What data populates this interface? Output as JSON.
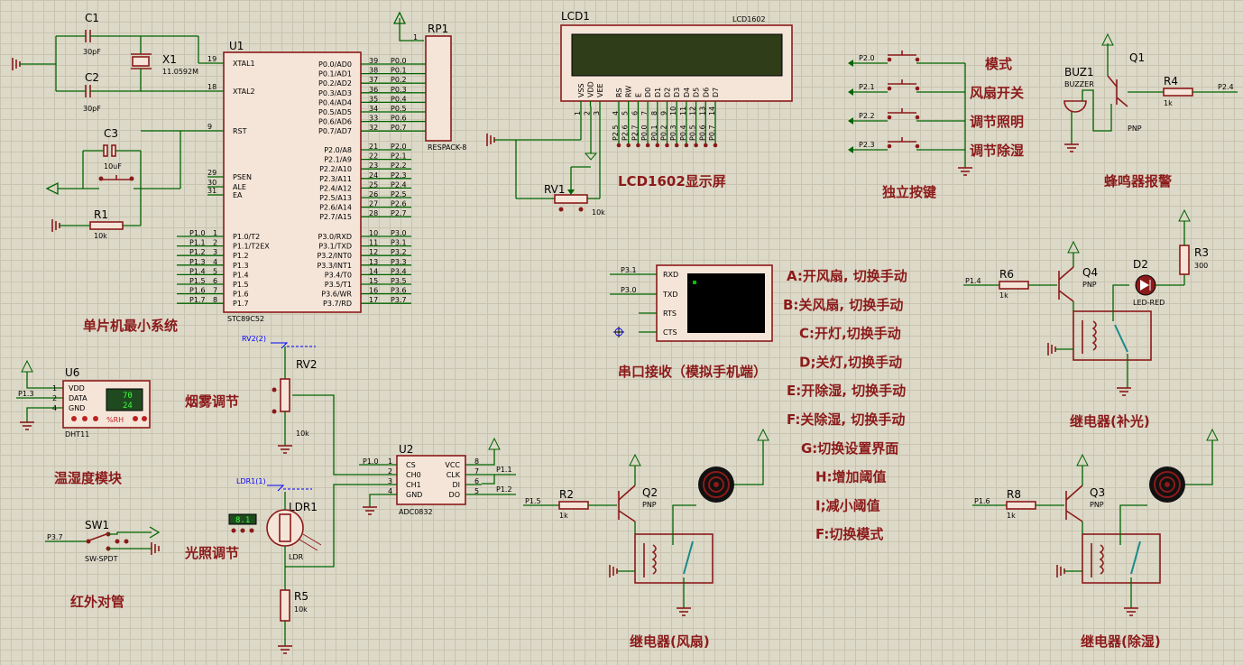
{
  "mcu": {
    "ref": "U1",
    "part": "STC89C52",
    "left_pins": [
      [
        "19",
        "XTAL1"
      ],
      [
        "18",
        "XTAL2"
      ],
      [
        "9",
        "RST"
      ],
      [
        "29",
        "PSEN"
      ],
      [
        "30",
        "ALE"
      ],
      [
        "31",
        "EA"
      ]
    ],
    "p1_pins": [
      [
        "1",
        "P1.0/T2"
      ],
      [
        "2",
        "P1.1/T2EX"
      ],
      [
        "3",
        "P1.2"
      ],
      [
        "4",
        "P1.3"
      ],
      [
        "5",
        "P1.4"
      ],
      [
        "6",
        "P1.5"
      ],
      [
        "7",
        "P1.6"
      ],
      [
        "8",
        "P1.7"
      ]
    ],
    "p1_nets": [
      "P1.0",
      "P1.1",
      "P1.2",
      "P1.3",
      "P1.4",
      "P1.5",
      "P1.6",
      "P1.7"
    ],
    "p0_pins": [
      [
        "39",
        "P0.0/AD0"
      ],
      [
        "38",
        "P0.1/AD1"
      ],
      [
        "37",
        "P0.2/AD2"
      ],
      [
        "36",
        "P0.3/AD3"
      ],
      [
        "35",
        "P0.4/AD4"
      ],
      [
        "34",
        "P0.5/AD5"
      ],
      [
        "33",
        "P0.6/AD6"
      ],
      [
        "32",
        "P0.7/AD7"
      ]
    ],
    "p0_nets": [
      "P0.0",
      "P0.1",
      "P0.2",
      "P0.3",
      "P0.4",
      "P0.5",
      "P0.6",
      "P0.7"
    ],
    "p2_pins": [
      [
        "21",
        "P2.0/A8"
      ],
      [
        "22",
        "P2.1/A9"
      ],
      [
        "23",
        "P2.2/A10"
      ],
      [
        "24",
        "P2.3/A11"
      ],
      [
        "25",
        "P2.4/A12"
      ],
      [
        "26",
        "P2.5/A13"
      ],
      [
        "27",
        "P2.6/A14"
      ],
      [
        "28",
        "P2.7/A15"
      ]
    ],
    "p2_nets": [
      "P2.0",
      "P2.1",
      "P2.2",
      "P2.3",
      "P2.4",
      "P2.5",
      "P2.6",
      "P2.7"
    ],
    "p3_pins": [
      [
        "10",
        "P3.0/RXD"
      ],
      [
        "11",
        "P3.1/TXD"
      ],
      [
        "12",
        "P3.2/INT0"
      ],
      [
        "13",
        "P3.3/INT1"
      ],
      [
        "14",
        "P3.4/T0"
      ],
      [
        "15",
        "P3.5/T1"
      ],
      [
        "16",
        "P3.6/WR"
      ],
      [
        "17",
        "P3.7/RD"
      ]
    ],
    "p3_nets": [
      "P3.0",
      "P3.1",
      "P3.2",
      "P3.3",
      "P3.4",
      "P3.5",
      "P3.6",
      "P3.7"
    ]
  },
  "passives": {
    "c1": "C1",
    "c1v": "30pF",
    "c2": "C2",
    "c2v": "30pF",
    "x1": "X1",
    "x1v": "11.0592M",
    "c3": "C3",
    "c3v": "10uF",
    "r1": "R1",
    "r1v": "10k",
    "rp1": "RP1",
    "rp1v": "RESPACK-8",
    "rp1pin": "1"
  },
  "lcd": {
    "ref": "LCD1",
    "part": "LCD1602",
    "pins": [
      "VSS",
      "VDD",
      "VEE",
      "RS",
      "RW",
      "E",
      "D0",
      "D1",
      "D2",
      "D3",
      "D4",
      "D5",
      "D6",
      "D7"
    ],
    "nums": [
      "1",
      "2",
      "3",
      "4",
      "5",
      "6",
      "7",
      "8",
      "9",
      "10",
      "11",
      "12",
      "13",
      "14"
    ],
    "nets": [
      "P2.5",
      "P2.6",
      "P2.7",
      "P0.0",
      "P0.1",
      "P0.2",
      "P0.3",
      "P0.4",
      "P0.5",
      "P0.6",
      "P0.7"
    ],
    "rv": "RV1",
    "rvv": "10k"
  },
  "keys": {
    "nets": [
      "P2.0",
      "P2.1",
      "P2.2",
      "P2.3"
    ],
    "labels": [
      "模式",
      "风扇开关",
      "调节照明",
      "调节除湿"
    ]
  },
  "buzzer": {
    "ref": "BUZ1",
    "part": "BUZZER",
    "q": "Q1",
    "qt": "PNP",
    "r": "R4",
    "rv": "1k",
    "net": "P2.4"
  },
  "uart": {
    "pins": [
      "RXD",
      "TXD",
      "RTS",
      "CTS"
    ],
    "nets": [
      "P3.1",
      "P3.0"
    ]
  },
  "commands": [
    "A:开风扇,  切换手动",
    "B:关风扇,  切换手动",
    "C:开灯,切换手动",
    "D;关灯,切换手动",
    "E:开除湿,  切换手动",
    "F:关除湿,  切换手动",
    "G:切换设置界面",
    "H:增加阈值",
    "I;减小阈值",
    "F:切换模式"
  ],
  "relay_light": {
    "r6": "R6",
    "r6v": "1k",
    "net": "P1.4",
    "q": "Q4",
    "qt": "PNP",
    "d": "D2",
    "dv": "LED-RED",
    "r3": "R3",
    "r3v": "300"
  },
  "relay_fan": {
    "r": "R2",
    "rv": "1k",
    "net": "P1.5",
    "q": "Q2",
    "qt": "PNP"
  },
  "relay_dehum": {
    "r": "R8",
    "rv": "1k",
    "net": "P1.6",
    "q": "Q3",
    "qt": "PNP"
  },
  "dht": {
    "ref": "U6",
    "part": "DHT11",
    "pins": [
      [
        "1",
        "VDD"
      ],
      [
        "2",
        "DATA"
      ],
      [
        "4",
        "GND"
      ]
    ],
    "net": "P1.3",
    "val1": "70",
    "val2": "24",
    "unit": "%RH"
  },
  "rv2": {
    "ref": "RV2",
    "v": "10k",
    "probe": "RV2(2)"
  },
  "ldr": {
    "ref": "LDR1",
    "part": "LDR",
    "probe": "LDR1(1)",
    "display": "8.1"
  },
  "r5": {
    "ref": "R5",
    "v": "10k"
  },
  "adc": {
    "ref": "U2",
    "part": "ADC0832",
    "left": [
      [
        "1",
        "CS"
      ],
      [
        "2",
        "CH0"
      ],
      [
        "3",
        "CH1"
      ],
      [
        "4",
        "GND"
      ]
    ],
    "right": [
      [
        "8",
        "VCC"
      ],
      [
        "7",
        "CLK"
      ],
      [
        "6",
        "DI"
      ],
      [
        "5",
        "DO"
      ]
    ],
    "nets": [
      "P1.0",
      "P1.1",
      "P1.2"
    ]
  },
  "sw1": {
    "ref": "SW1",
    "part": "SW-SPDT",
    "net": "P3.7"
  },
  "sections": {
    "mcu": "单片机最小系统",
    "lcd": "LCD1602显示屏",
    "keys": "独立按键",
    "buzzer": "蜂鸣器报警",
    "uart": "串口接收（模拟手机端）",
    "relay_light": "继电器(补光)",
    "relay_fan": "继电器(风扇)",
    "relay_dehum": "继电器(除湿)",
    "dht": "温湿度模块",
    "smoke": "烟雾调节",
    "light": "光照调节",
    "ir": "红外对管"
  }
}
